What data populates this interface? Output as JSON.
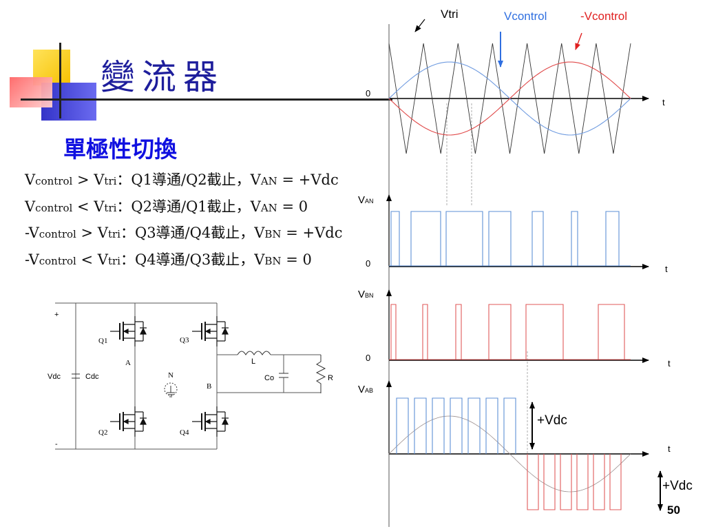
{
  "slide": {
    "title": "變流器",
    "subtitle": "單極性切換",
    "page_number": "50"
  },
  "rules": [
    {
      "a": "V",
      "b": "control",
      "c": " > V",
      "d": "tri",
      "e": "：Q1導通/Q2截止，V",
      "f": "AN",
      "g": " = +Vdc"
    },
    {
      "a": "V",
      "b": "control",
      "c": " < V",
      "d": "tri",
      "e": "：Q2導通/Q1截止，V",
      "f": "AN",
      "g": " = 0"
    },
    {
      "a": "-V",
      "b": "control",
      "c": " > V",
      "d": "tri",
      "e": "：Q3導通/Q4截止，V",
      "f": "BN",
      "g": " = +Vdc"
    },
    {
      "a": "-V",
      "b": "control",
      "c": " < V",
      "d": "tri",
      "e": "：Q4導通/Q3截止，V",
      "f": "BN",
      "g": " = 0"
    }
  ],
  "waveforms": {
    "legend": {
      "vtri": "Vtri",
      "vcontrol": "Vcontrol",
      "neg_vcontrol": "-Vcontrol"
    },
    "zero": "0",
    "t": "t",
    "van": {
      "v": "V",
      "sub": "AN"
    },
    "vbn": {
      "v": "V",
      "sub": "BN"
    },
    "vab": {
      "v": "V",
      "sub": "AB"
    },
    "plus_vdc": "+Vdc",
    "minus_vdc": "+Vdc"
  },
  "circuit": {
    "plus": "+",
    "minus": "-",
    "vdc": "Vdc",
    "cdc": "Cdc",
    "q1": "Q1",
    "q2": "Q2",
    "q3": "Q3",
    "q4": "Q4",
    "a": "A",
    "b": "B",
    "n": "N",
    "l": "L",
    "co": "Co",
    "r": "R"
  },
  "colors": {
    "title": "#1e1e9c",
    "subtitle": "#1010e0",
    "vcontrol": "#4a7fd6",
    "neg_vcontrol": "#e03030",
    "vtri": "#000000"
  }
}
